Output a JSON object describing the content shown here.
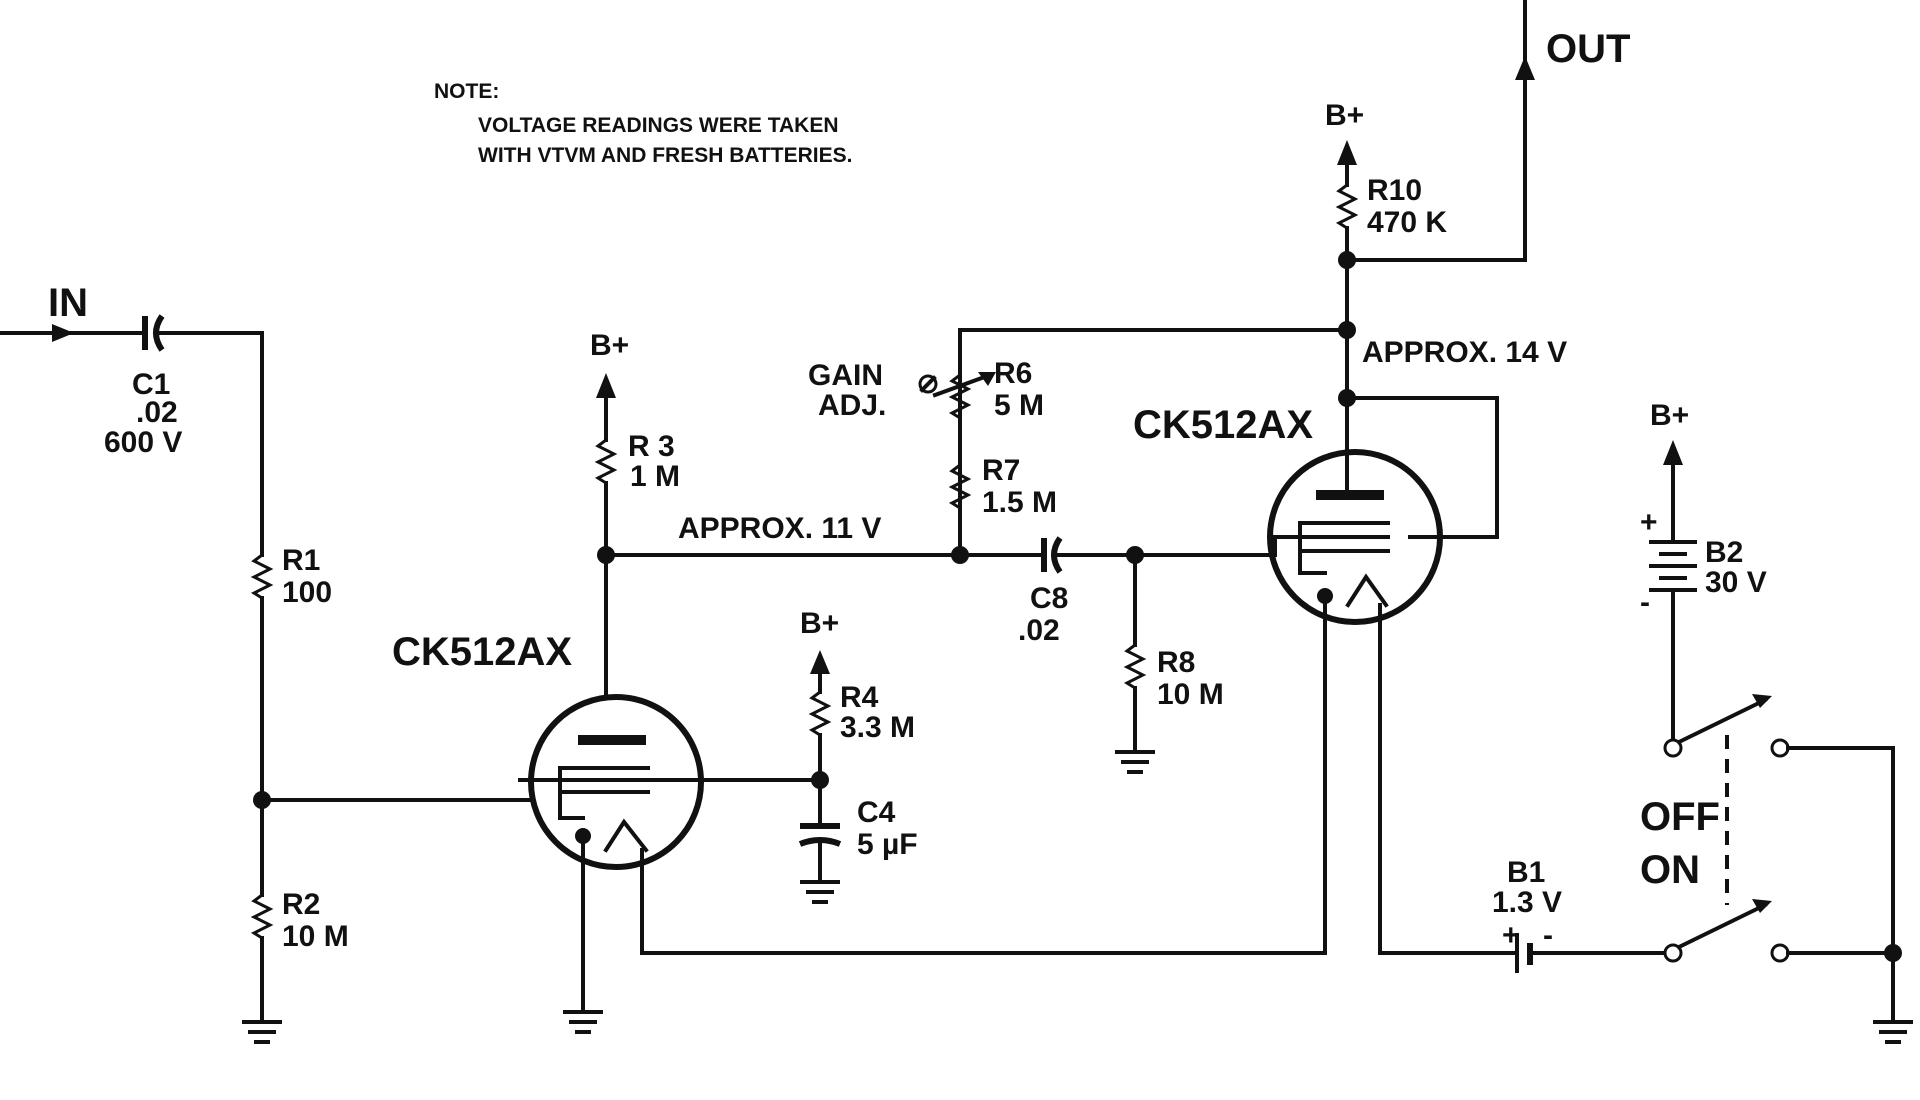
{
  "note": {
    "heading": "NOTE:",
    "line1": "VOLTAGE READINGS WERE TAKEN",
    "line2": "WITH VTVM AND FRESH BATTERIES."
  },
  "io": {
    "in": "IN",
    "out": "OUT"
  },
  "supply": "B+",
  "tubes": {
    "v1": "CK512AX",
    "v2": "CK512AX"
  },
  "voltages": {
    "stage1": "APPROX. 11 V",
    "stage2": "APPROX. 14 V"
  },
  "components": {
    "c1": {
      "ref": "C1",
      "value": ".02",
      "rating": "600 V"
    },
    "r1": {
      "ref": "R1",
      "value": "100"
    },
    "r2": {
      "ref": "R2",
      "value": "10 M"
    },
    "r3": {
      "ref": "R 3",
      "value": "1 M"
    },
    "r4": {
      "ref": "R4",
      "value": "3.3 M"
    },
    "c4": {
      "ref": "C4",
      "value": "5 µF"
    },
    "r6": {
      "ref": "R6",
      "value": "5 M",
      "label1": "GAIN",
      "label2": "ADJ."
    },
    "r7": {
      "ref": "R7",
      "value": "1.5 M"
    },
    "c8": {
      "ref": "C8",
      "value": ".02"
    },
    "r8": {
      "ref": "R8",
      "value": "10 M"
    },
    "r10": {
      "ref": "R10",
      "value": "470 K"
    },
    "b1": {
      "ref": "B1",
      "value": "1.3 V",
      "plus": "+",
      "minus": "-"
    },
    "b2": {
      "ref": "B2",
      "value": "30 V",
      "plus": "+",
      "minus": "-"
    }
  },
  "switch": {
    "off": "OFF",
    "on": "ON"
  }
}
